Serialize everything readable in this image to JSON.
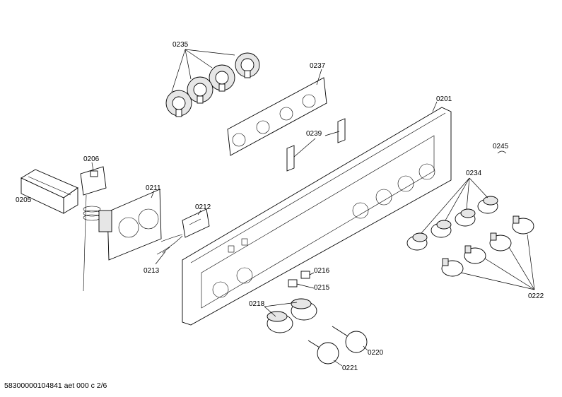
{
  "diagram": {
    "part_labels": {
      "p0235": "0235",
      "p0237": "0237",
      "p0201": "0201",
      "p0239": "0239",
      "p0245": "0245",
      "p0206": "0206",
      "p0205": "0205",
      "p0211": "0211",
      "p0212": "0212",
      "p0213": "0213",
      "p0234": "0234",
      "p0216": "0216",
      "p0215": "0215",
      "p0218": "0218",
      "p0220": "0220",
      "p0221": "0221",
      "p0222": "0222"
    }
  },
  "footer": {
    "reference": "58300000104841 aet 000 c 2/6"
  }
}
